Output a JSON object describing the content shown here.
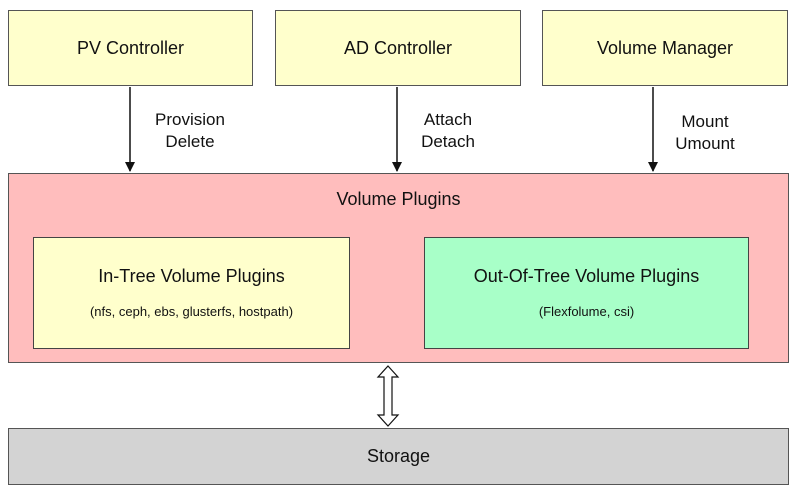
{
  "controllers": {
    "pv": {
      "label": "PV Controller",
      "ops": [
        "Provision",
        "Delete"
      ]
    },
    "ad": {
      "label": "AD Controller",
      "ops": [
        "Attach",
        "Detach"
      ]
    },
    "vm": {
      "label": "Volume Manager",
      "ops": [
        "Mount",
        "Umount"
      ]
    }
  },
  "volume_plugins": {
    "title": "Volume Plugins",
    "in_tree": {
      "title": "In-Tree Volume Plugins",
      "examples": "(nfs, ceph, ebs, glusterfs, hostpath)"
    },
    "out_of_tree": {
      "title": "Out-Of-Tree Volume Plugins",
      "examples": "(Flexfolume, csi)"
    }
  },
  "storage": {
    "label": "Storage"
  },
  "colors": {
    "controller_fill": "#ffffcc",
    "plugins_fill": "#ffbdbd",
    "in_tree_fill": "#ffffcc",
    "out_of_tree_fill": "#a8ffc8",
    "storage_fill": "#d3d3d3",
    "border": "#555555"
  }
}
